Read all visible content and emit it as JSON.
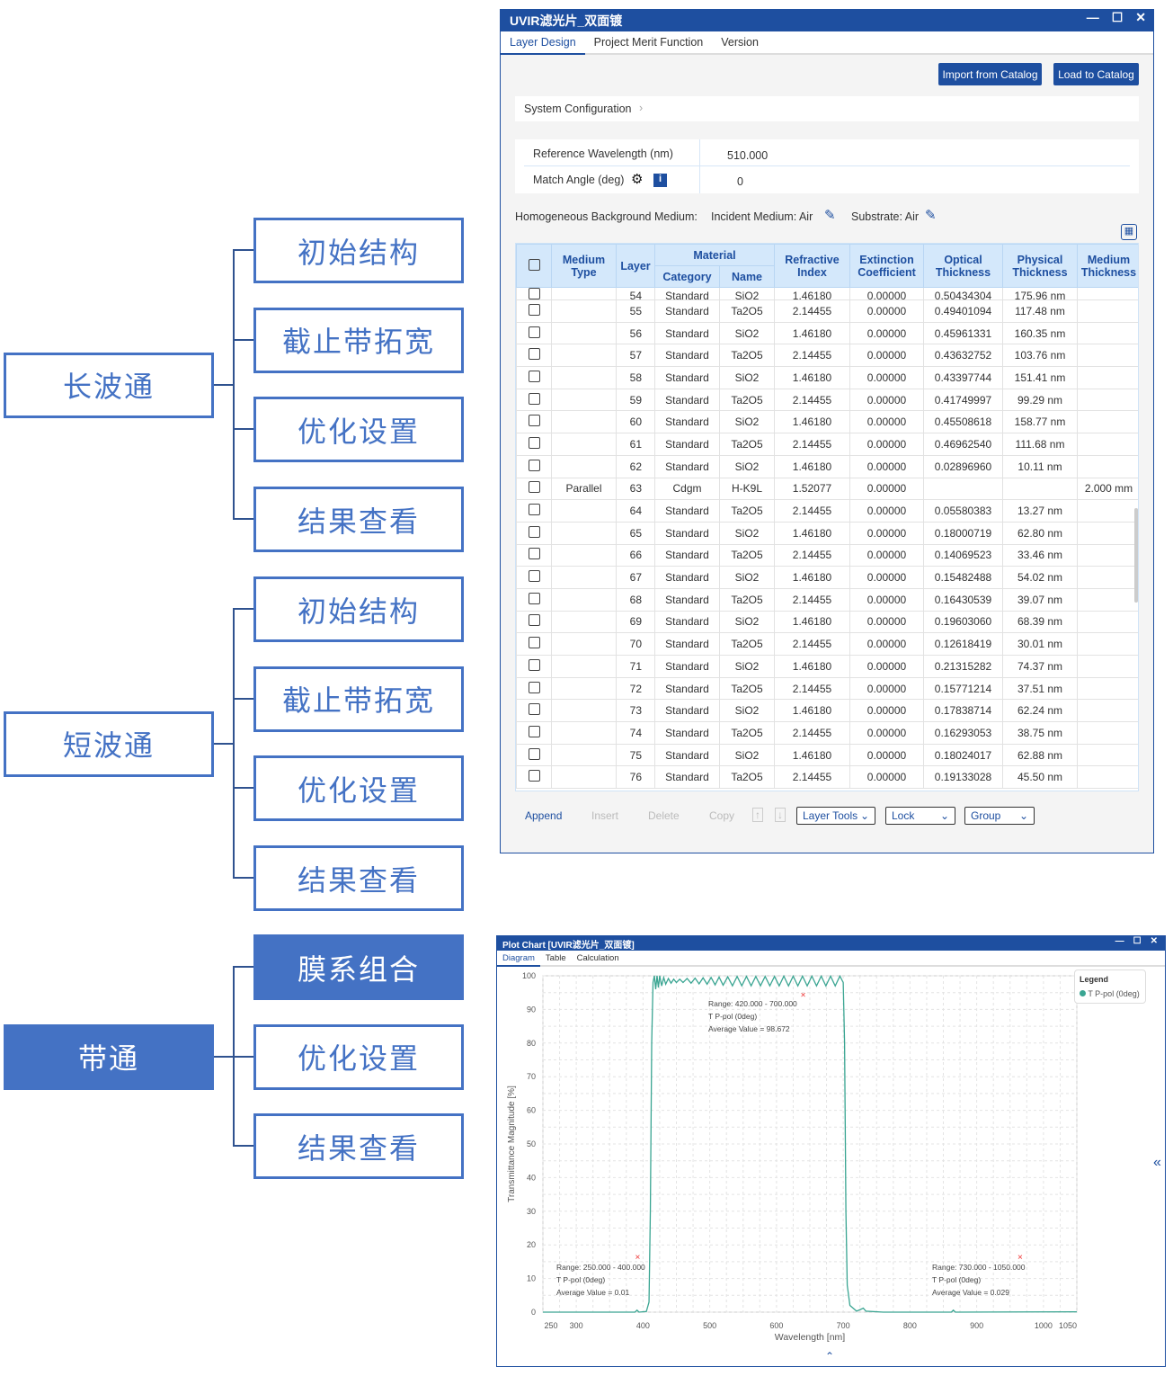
{
  "tree": {
    "groups": [
      {
        "root": "长波通",
        "children": [
          "初始结构",
          "截止带拓宽",
          "优化设置",
          "结果查看"
        ]
      },
      {
        "root": "短波通",
        "children": [
          "初始结构",
          "截止带拓宽",
          "优化设置",
          "结果查看"
        ]
      },
      {
        "root": "带通",
        "children": [
          "膜系组合",
          "优化设置",
          "结果查看"
        ]
      }
    ],
    "accent": "#4472c4"
  },
  "design": {
    "title": "UVIR滤光片_双面镀",
    "tabs": [
      "Layer Design",
      "Project Merit Function",
      "Version"
    ],
    "import_btn": "Import from Catalog",
    "load_btn": "Load to Catalog",
    "sys_config": "System Configuration",
    "ref_wl_label": "Reference Wavelength (nm)",
    "ref_wl_value": "510.000",
    "match_angle_label": "Match Angle (deg)",
    "match_angle_value": "0",
    "background_label": "Homogeneous Background Medium:",
    "incident": "Incident Medium: Air",
    "substrate": "Substrate: Air",
    "headers": {
      "medium_type": "Medium Type",
      "layer": "Layer",
      "material": "Material",
      "category": "Category",
      "name": "Name",
      "refr": "Refractive Index",
      "ext": "Extinction Coefficient",
      "opt": "Optical Thickness",
      "phys": "Physical Thickness",
      "med_thk": "Medium Thickness"
    },
    "rows": [
      [
        "",
        "54",
        "Standard",
        "SiO2",
        "1.46180",
        "0.00000",
        "0.50434304",
        "175.96 nm",
        ""
      ],
      [
        "",
        "55",
        "Standard",
        "Ta2O5",
        "2.14455",
        "0.00000",
        "0.49401094",
        "117.48 nm",
        ""
      ],
      [
        "",
        "56",
        "Standard",
        "SiO2",
        "1.46180",
        "0.00000",
        "0.45961331",
        "160.35 nm",
        ""
      ],
      [
        "",
        "57",
        "Standard",
        "Ta2O5",
        "2.14455",
        "0.00000",
        "0.43632752",
        "103.76 nm",
        ""
      ],
      [
        "",
        "58",
        "Standard",
        "SiO2",
        "1.46180",
        "0.00000",
        "0.43397744",
        "151.41 nm",
        ""
      ],
      [
        "",
        "59",
        "Standard",
        "Ta2O5",
        "2.14455",
        "0.00000",
        "0.41749997",
        "99.29 nm",
        ""
      ],
      [
        "",
        "60",
        "Standard",
        "SiO2",
        "1.46180",
        "0.00000",
        "0.45508618",
        "158.77 nm",
        ""
      ],
      [
        "",
        "61",
        "Standard",
        "Ta2O5",
        "2.14455",
        "0.00000",
        "0.46962540",
        "111.68 nm",
        ""
      ],
      [
        "",
        "62",
        "Standard",
        "SiO2",
        "1.46180",
        "0.00000",
        "0.02896960",
        "10.11 nm",
        ""
      ],
      [
        "Parallel",
        "63",
        "Cdgm",
        "H-K9L",
        "1.52077",
        "0.00000",
        "",
        "",
        "2.000 mm"
      ],
      [
        "",
        "64",
        "Standard",
        "Ta2O5",
        "2.14455",
        "0.00000",
        "0.05580383",
        "13.27 nm",
        ""
      ],
      [
        "",
        "65",
        "Standard",
        "SiO2",
        "1.46180",
        "0.00000",
        "0.18000719",
        "62.80 nm",
        ""
      ],
      [
        "",
        "66",
        "Standard",
        "Ta2O5",
        "2.14455",
        "0.00000",
        "0.14069523",
        "33.46 nm",
        ""
      ],
      [
        "",
        "67",
        "Standard",
        "SiO2",
        "1.46180",
        "0.00000",
        "0.15482488",
        "54.02 nm",
        ""
      ],
      [
        "",
        "68",
        "Standard",
        "Ta2O5",
        "2.14455",
        "0.00000",
        "0.16430539",
        "39.07 nm",
        ""
      ],
      [
        "",
        "69",
        "Standard",
        "SiO2",
        "1.46180",
        "0.00000",
        "0.19603060",
        "68.39 nm",
        ""
      ],
      [
        "",
        "70",
        "Standard",
        "Ta2O5",
        "2.14455",
        "0.00000",
        "0.12618419",
        "30.01 nm",
        ""
      ],
      [
        "",
        "71",
        "Standard",
        "SiO2",
        "1.46180",
        "0.00000",
        "0.21315282",
        "74.37 nm",
        ""
      ],
      [
        "",
        "72",
        "Standard",
        "Ta2O5",
        "2.14455",
        "0.00000",
        "0.15771214",
        "37.51 nm",
        ""
      ],
      [
        "",
        "73",
        "Standard",
        "SiO2",
        "1.46180",
        "0.00000",
        "0.17838714",
        "62.24 nm",
        ""
      ],
      [
        "",
        "74",
        "Standard",
        "Ta2O5",
        "2.14455",
        "0.00000",
        "0.16293053",
        "38.75 nm",
        ""
      ],
      [
        "",
        "75",
        "Standard",
        "SiO2",
        "1.46180",
        "0.00000",
        "0.18024017",
        "62.88 nm",
        ""
      ],
      [
        "",
        "76",
        "Standard",
        "Ta2O5",
        "2.14455",
        "0.00000",
        "0.19133028",
        "45.50 nm",
        ""
      ]
    ],
    "toolbar": {
      "append": "Append",
      "insert": "Insert",
      "delete": "Delete",
      "copy": "Copy",
      "layer_tools": "Layer Tools",
      "lock": "Lock",
      "group": "Group"
    }
  },
  "plot": {
    "title": "Plot Chart [UVIR滤光片_双面镀]",
    "tabs": [
      "Diagram",
      "Table",
      "Calculation"
    ],
    "legend_title": "Legend"
  },
  "chart_data": {
    "type": "line",
    "xlabel": "Wavelength [nm]",
    "ylabel": "Transmittance Magnitude [%]",
    "xlim": [
      250,
      1050
    ],
    "ylim": [
      0,
      100
    ],
    "xticks": [
      250,
      300,
      400,
      500,
      600,
      700,
      800,
      900,
      1000,
      1050
    ],
    "yticks": [
      0,
      10,
      20,
      30,
      40,
      50,
      60,
      70,
      80,
      90,
      100
    ],
    "grid": true,
    "legend_position": "top-right",
    "series": [
      {
        "name": "T P-pol (0deg)",
        "color": "#3aa592",
        "points": [
          [
            250,
            0
          ],
          [
            388,
            0
          ],
          [
            391,
            0.6
          ],
          [
            394,
            0
          ],
          [
            405,
            0.2
          ],
          [
            409,
            3
          ],
          [
            411,
            30
          ],
          [
            413,
            80
          ],
          [
            415,
            98
          ],
          [
            417,
            100
          ],
          [
            419,
            96
          ],
          [
            421,
            100
          ],
          [
            423,
            96.5
          ],
          [
            425,
            100
          ],
          [
            428,
            97
          ],
          [
            431,
            99.5
          ],
          [
            434,
            97.5
          ],
          [
            438,
            99.2
          ],
          [
            442,
            97.8
          ],
          [
            446,
            99
          ],
          [
            450,
            98
          ],
          [
            455,
            99
          ],
          [
            460,
            98
          ],
          [
            466,
            99.2
          ],
          [
            472,
            97.8
          ],
          [
            478,
            99.3
          ],
          [
            484,
            97.6
          ],
          [
            490,
            99.4
          ],
          [
            496,
            97.5
          ],
          [
            502,
            99.5
          ],
          [
            508,
            97.3
          ],
          [
            514,
            99.6
          ],
          [
            520,
            97.2
          ],
          [
            527,
            99.7
          ],
          [
            534,
            97
          ],
          [
            541,
            99.8
          ],
          [
            548,
            97
          ],
          [
            555,
            99.8
          ],
          [
            562,
            97
          ],
          [
            569,
            99.8
          ],
          [
            576,
            97
          ],
          [
            583,
            99.8
          ],
          [
            590,
            97
          ],
          [
            597,
            99.8
          ],
          [
            604,
            97
          ],
          [
            611,
            99.9
          ],
          [
            618,
            97
          ],
          [
            625,
            99.9
          ],
          [
            632,
            97
          ],
          [
            639,
            99.9
          ],
          [
            646,
            97
          ],
          [
            653,
            99.9
          ],
          [
            660,
            97
          ],
          [
            667,
            99.9
          ],
          [
            674,
            97
          ],
          [
            681,
            99.9
          ],
          [
            688,
            97
          ],
          [
            695,
            99.9
          ],
          [
            700,
            98
          ],
          [
            702,
            80
          ],
          [
            704,
            30
          ],
          [
            706,
            8
          ],
          [
            710,
            2
          ],
          [
            720,
            0.3
          ],
          [
            726,
            0.8
          ],
          [
            730,
            1.2
          ],
          [
            734,
            0.3
          ],
          [
            760,
            0
          ],
          [
            862,
            0
          ],
          [
            865,
            0.6
          ],
          [
            868,
            0
          ],
          [
            1050,
            0.1
          ]
        ]
      }
    ],
    "annotations": [
      {
        "lines": [
          "Range: 250.000 - 400.000",
          "T P-pol (0deg)",
          "Average Value = 0.01"
        ],
        "marker": [
          392,
          15.5
        ]
      },
      {
        "lines": [
          "Range: 420.000 - 700.000",
          "T P-pol (0deg)",
          "Average Value = 98.672"
        ],
        "marker": [
          640,
          93.5
        ]
      },
      {
        "lines": [
          "Range: 730.000 - 1050.000",
          "T P-pol (0deg)",
          "Average Value = 0.029"
        ],
        "marker": [
          965,
          15.5
        ]
      }
    ]
  }
}
